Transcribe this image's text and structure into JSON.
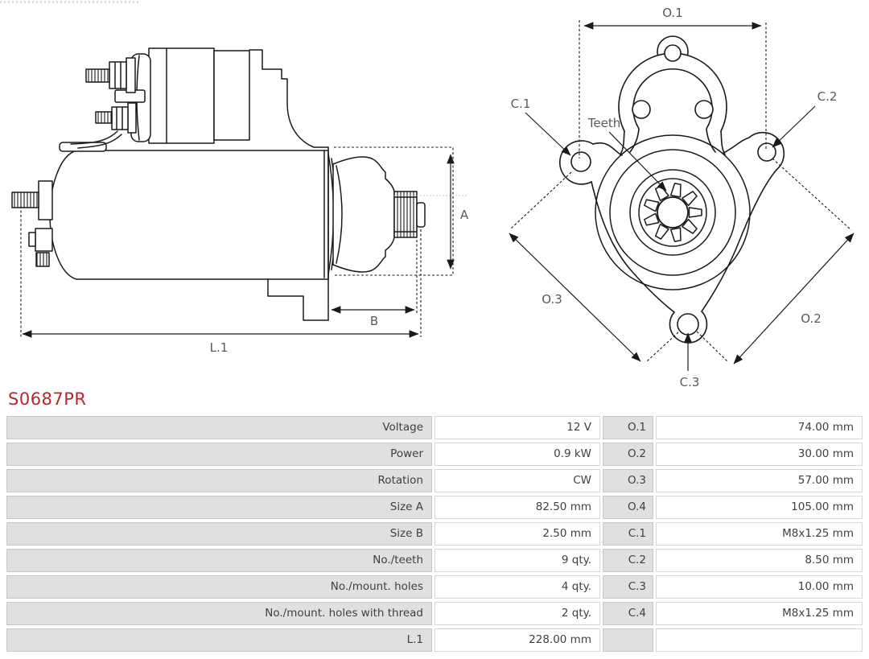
{
  "part_number": "S0687PR",
  "colors": {
    "part_number_red": "#b4282e",
    "table_gray_cell": "#e0e0e0",
    "diagram_label_gray": "#58595b",
    "drawing_line": "#1a1a1a"
  },
  "diagram": {
    "left": {
      "dim_a": "A",
      "dim_b": "B",
      "dim_l1": "L.1"
    },
    "right": {
      "dim_o1": "O.1",
      "dim_o2": "O.2",
      "dim_o3": "O.3",
      "hole_c1": "C.1",
      "hole_c2": "C.2",
      "hole_c3": "C.3",
      "teeth_label": "Teeth"
    }
  },
  "table": {
    "rows": [
      {
        "label": "Voltage",
        "value": "12 V",
        "code": "O.1",
        "code_value": "74.00 mm"
      },
      {
        "label": "Power",
        "value": "0.9 kW",
        "code": "O.2",
        "code_value": "30.00 mm"
      },
      {
        "label": "Rotation",
        "value": "CW",
        "code": "O.3",
        "code_value": "57.00 mm"
      },
      {
        "label": "Size A",
        "value": "82.50 mm",
        "code": "O.4",
        "code_value": "105.00 mm"
      },
      {
        "label": "Size B",
        "value": "2.50 mm",
        "code": "C.1",
        "code_value": "M8x1.25 mm"
      },
      {
        "label": "No./teeth",
        "value": "9 qty.",
        "code": "C.2",
        "code_value": "8.50 mm"
      },
      {
        "label": "No./mount. holes",
        "value": "4 qty.",
        "code": "C.3",
        "code_value": "10.00 mm"
      },
      {
        "label": "No./mount. holes with thread",
        "value": "2 qty.",
        "code": "C.4",
        "code_value": "M8x1.25 mm"
      },
      {
        "label": "L.1",
        "value": "228.00 mm",
        "code": "",
        "code_value": ""
      }
    ]
  }
}
